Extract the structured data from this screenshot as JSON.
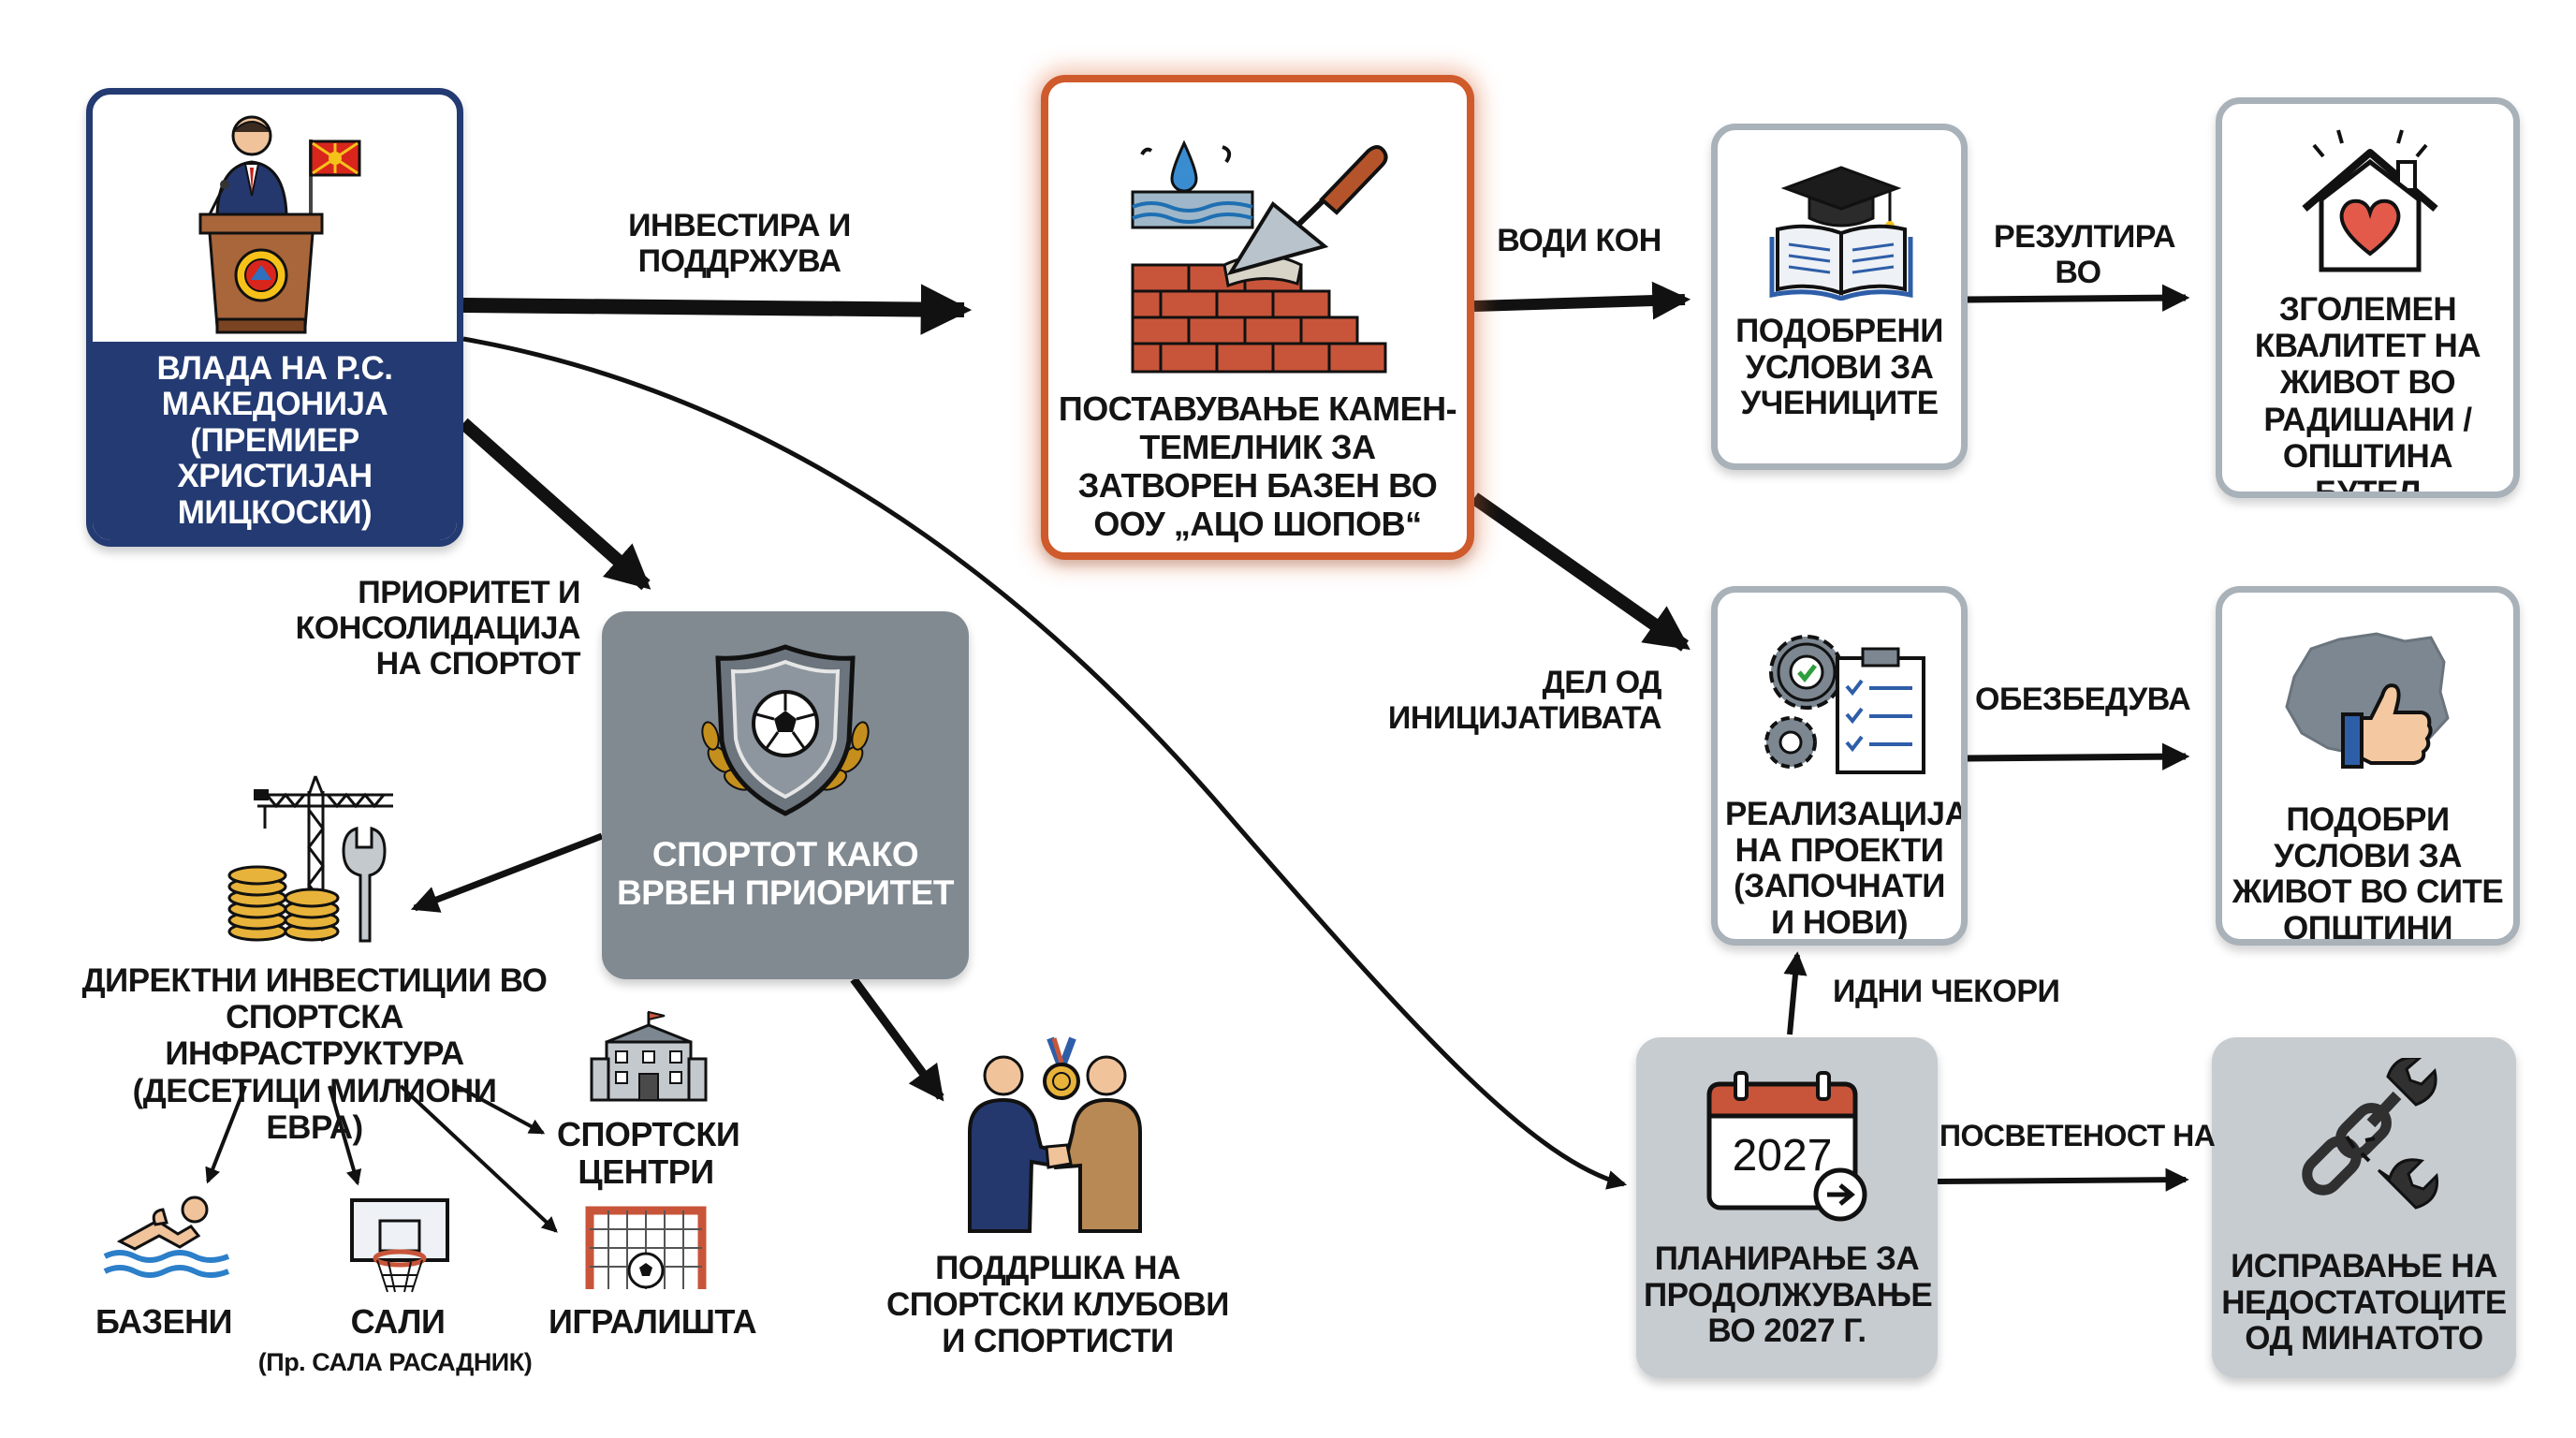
{
  "nodes": {
    "government": "ВЛАДА НА Р.С. МАКЕДОНИЈА (ПРЕМИЕР ХРИСТИЈАН МИЦКОСКИ)",
    "cornerstone": "ПОСТАВУВАЊЕ КАМЕН-ТЕМЕЛНИК ЗА ЗАТВОРЕН БАЗЕН ВО ООУ „АЦО ШОПОВ“",
    "students": "ПОДОБРЕНИ УСЛОВИ ЗА УЧЕНИЦИТЕ",
    "quality": "ЗГОЛЕМЕН КВАЛИТЕТ НА ЖИВОТ ВО РАДИШАНИ / ОПШТИНА БУТЕЛ",
    "projects": "РЕАЛИЗАЦИЈА НА ПРОЕКТИ (ЗАПОЧНАТИ И НОВИ)",
    "better_living": "ПОДОБРИ УСЛОВИ ЗА ЖИВОТ ВО СИТЕ ОПШТИНИ",
    "sport_priority": "СПОРТОТ КАКО ВРВЕН ПРИОРИТЕТ",
    "direct_invest": "ДИРЕКТНИ ИНВЕСТИЦИИ ВО СПОРТСКА ИНФРАСТРУКТУРА (ДЕСЕТИЦИ МИЛИОНИ ЕВРА)",
    "support_clubs": "ПОДДРШКА НА СПОРТСКИ КЛУБОВИ И СПОРТИСТИ",
    "planning": "ПЛАНИРАЊЕ ЗА ПРОДОЛЖУВАЊЕ ВО 2027 Г.",
    "fixing": "ИСПРАВАЊЕ НА НЕДОСТАТОЦИТЕ ОД МИНАТОТО",
    "pools": "БАЗЕНИ",
    "halls": "САЛИ",
    "halls_note": "(Пр. САЛА РАСАДНИК)",
    "fields": "ИГРАЛИШТА",
    "centers": "СПОРТСКИ ЦЕНТРИ",
    "calendar_year": "2027"
  },
  "edges": {
    "invests": "ИНВЕСТИРА И ПОДДРЖУВА",
    "leads_to": "ВОДИ КОН",
    "results_in": "РЕЗУЛТИРА ВО",
    "part_of": "ДЕЛ ОД ИНИЦИЈАТИВАТА",
    "provides": "ОБЕЗБЕДУВА",
    "priority": "ПРИОРИТЕТ И КОНСОЛИДАЦИЈА НА СПОРТОТ",
    "next_steps": "ИДНИ ЧЕКОРИ",
    "commitment": "ПОСВЕТЕНОСТ НА"
  },
  "colors": {
    "government_navy": "#233a72",
    "highlight_orange": "#cf5a2b",
    "box_border_grey": "#a9b1b9",
    "sport_box_grey": "#818a91",
    "future_box_grey": "#c7ccd1",
    "brick": "#c8553a"
  }
}
